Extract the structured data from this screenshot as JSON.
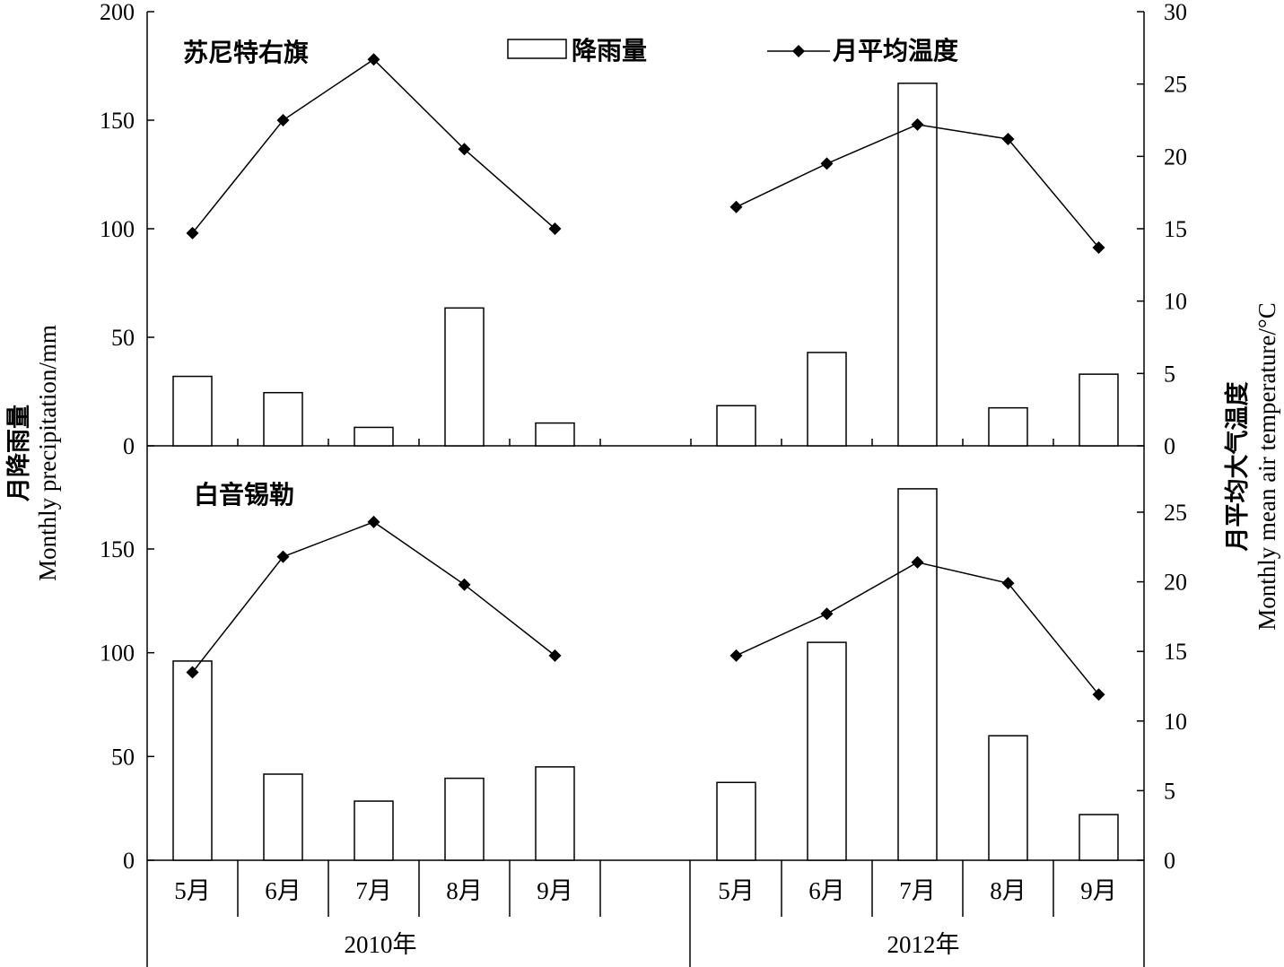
{
  "chart_data": {
    "type": "bar",
    "combo": "bar+line",
    "legend": {
      "placement": "top-center",
      "bar_label": "降雨量",
      "line_label": "月平均温度"
    },
    "y_left": {
      "label_cn": "月降雨量",
      "label_en": "Monthly precipitation/mm",
      "ticks": [
        "0",
        "50",
        "100",
        "150",
        "200"
      ],
      "top_panel_ylim": [
        0,
        200
      ],
      "bottom_panel_ylim": [
        0,
        200
      ],
      "bottom_panel_ticks": [
        "0",
        "50",
        "100",
        "150"
      ]
    },
    "y_right": {
      "label_cn": "月平均大气温度",
      "label_en": "Monthly mean air temperature/°C",
      "top_panel_ticks": [
        "0",
        "5",
        "10",
        "15",
        "20",
        "25",
        "30"
      ],
      "top_panel_ylim": [
        0,
        30
      ],
      "bottom_panel_ticks": [
        "0",
        "5",
        "10",
        "15",
        "20",
        "25"
      ],
      "bottom_panel_ylim": [
        0,
        30
      ]
    },
    "years": [
      "2010年",
      "2012年"
    ],
    "months": [
      "5月",
      "6月",
      "7月",
      "8月",
      "9月"
    ],
    "grid": false,
    "panels": [
      {
        "title": "苏尼特右旗",
        "series": [
          {
            "name": "降雨量",
            "type": "bar",
            "values_2010": [
              32,
              24.5,
              8.5,
              63.5,
              10.5
            ],
            "values_2012": [
              18.5,
              43,
              167,
              17.5,
              33
            ]
          },
          {
            "name": "月平均温度",
            "type": "line",
            "values_2010": [
              14.7,
              22.5,
              26.7,
              20.5,
              15.0
            ],
            "values_2012": [
              16.5,
              19.5,
              22.2,
              21.2,
              13.7
            ]
          }
        ]
      },
      {
        "title": "白音锡勒",
        "series": [
          {
            "name": "降雨量",
            "type": "bar",
            "values_2010": [
              96,
              41.5,
              28.5,
              39.5,
              45
            ],
            "values_2012": [
              37.5,
              105,
              179,
              60,
              22
            ]
          },
          {
            "name": "月平均温度",
            "type": "line",
            "values_2010": [
              13.5,
              21.8,
              24.3,
              19.8,
              14.7
            ],
            "values_2012": [
              14.7,
              17.7,
              21.4,
              19.9,
              11.9
            ]
          }
        ]
      }
    ]
  }
}
